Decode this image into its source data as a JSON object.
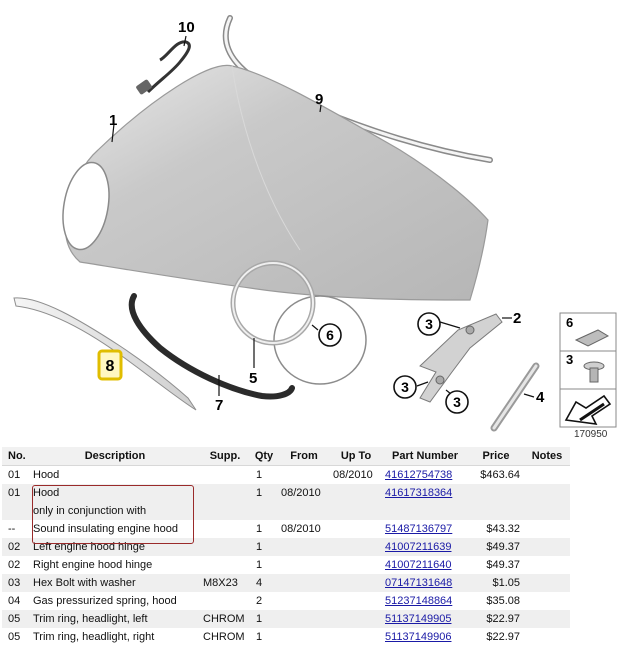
{
  "diagram": {
    "callouts": {
      "c1": "1",
      "c2": "2",
      "c3a": "3",
      "c3b": "3",
      "c3c": "3",
      "c4": "4",
      "c5": "5",
      "c6": "6",
      "c7": "7",
      "c8": "8",
      "c9": "9",
      "c10": "10"
    },
    "legend": {
      "k6": "6",
      "k3": "3"
    },
    "image_number": "170950"
  },
  "table": {
    "headers": {
      "no": "No.",
      "desc": "Description",
      "supp": "Supp.",
      "qty": "Qty",
      "from": "From",
      "upto": "Up To",
      "partno": "Part Number",
      "price": "Price",
      "notes": "Notes"
    },
    "rows": [
      {
        "no": "01",
        "desc": "Hood",
        "supp": "",
        "qty": "1",
        "from": "",
        "upto": "08/2010",
        "partno": "41612754738",
        "price": "$463.64",
        "notes": ""
      },
      {
        "no": "01",
        "desc": "Hood",
        "supp": "",
        "qty": "1",
        "from": "08/2010",
        "upto": "",
        "partno": "41617318364",
        "price": "",
        "notes": ""
      },
      {
        "no": "",
        "desc": "only in conjunction with",
        "supp": "",
        "qty": "",
        "from": "",
        "upto": "",
        "partno": "",
        "price": "",
        "notes": ""
      },
      {
        "no": "--",
        "desc": "Sound insulating engine hood",
        "supp": "",
        "qty": "1",
        "from": "08/2010",
        "upto": "",
        "partno": "51487136797",
        "price": "$43.32",
        "notes": ""
      },
      {
        "no": "02",
        "desc": "Left engine hood hinge",
        "supp": "",
        "qty": "1",
        "from": "",
        "upto": "",
        "partno": "41007211639",
        "price": "$49.37",
        "notes": ""
      },
      {
        "no": "02",
        "desc": "Right engine hood hinge",
        "supp": "",
        "qty": "1",
        "from": "",
        "upto": "",
        "partno": "41007211640",
        "price": "$49.37",
        "notes": ""
      },
      {
        "no": "03",
        "desc": "Hex Bolt with washer",
        "supp": "M8X23",
        "qty": "4",
        "from": "",
        "upto": "",
        "partno": "07147131648",
        "price": "$1.05",
        "notes": ""
      },
      {
        "no": "04",
        "desc": "Gas pressurized spring, hood",
        "supp": "",
        "qty": "2",
        "from": "",
        "upto": "",
        "partno": "51237148864",
        "price": "$35.08",
        "notes": ""
      },
      {
        "no": "05",
        "desc": "Trim ring, headlight, left",
        "supp": "CHROM",
        "qty": "1",
        "from": "",
        "upto": "",
        "partno": "51137149905",
        "price": "$22.97",
        "notes": ""
      },
      {
        "no": "05",
        "desc": "Trim ring, headlight, right",
        "supp": "CHROM",
        "qty": "1",
        "from": "",
        "upto": "",
        "partno": "51137149906",
        "price": "$22.97",
        "notes": ""
      }
    ]
  }
}
